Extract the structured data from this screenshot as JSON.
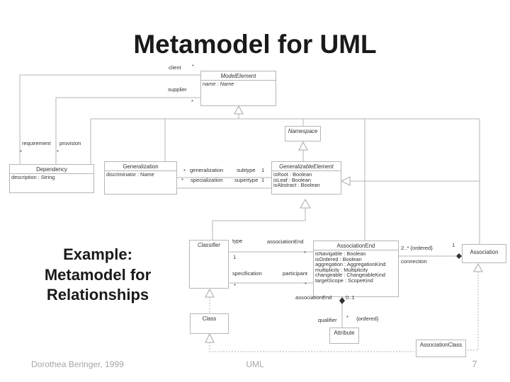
{
  "slide": {
    "title": "Metamodel for UML",
    "example": {
      "lines": [
        "Example:",
        "Metamodel for",
        "Relationships"
      ]
    },
    "footer": {
      "author": "Dorothea Beringer, 1999",
      "course": "UML",
      "page": "7"
    }
  },
  "diagram": {
    "classes": [
      {
        "name": "ModelElement",
        "abstract": true,
        "attrs": [
          "name : Name"
        ]
      },
      {
        "name": "Namespace",
        "abstract": true,
        "attrs": []
      },
      {
        "name": "Dependency",
        "abstract": false,
        "attrs": [
          "description : String"
        ]
      },
      {
        "name": "Generalization",
        "abstract": false,
        "attrs": [
          "discriminator : Name"
        ]
      },
      {
        "name": "GeneralizableElement",
        "abstract": true,
        "attrs": [
          "isRoot : Boolean",
          "isLeaf : Boolean",
          "isAbstract : Boolean"
        ]
      },
      {
        "name": "Classifier",
        "abstract": true,
        "attrs": []
      },
      {
        "name": "AssociationEnd",
        "abstract": false,
        "attrs": [
          "isNavigable : Boolean",
          "isOrdered : Boolean",
          "aggregation : AggregationKind",
          "multiplicity : Multiplicity",
          "changeable : ChangeableKind",
          "targetScope : ScopeKind"
        ]
      },
      {
        "name": "Association",
        "abstract": false,
        "attrs": []
      },
      {
        "name": "Class",
        "abstract": false,
        "attrs": []
      },
      {
        "name": "Attribute",
        "abstract": false,
        "attrs": []
      },
      {
        "name": "AssociationClass",
        "abstract": false,
        "attrs": []
      }
    ],
    "labels": [
      "client",
      "*",
      "supplier",
      "*",
      "requirement",
      "*",
      "provision",
      "*",
      "*",
      "generalization",
      "subtype",
      "1",
      "*",
      "specialization",
      "supertype",
      "1",
      "type",
      "associationEnd",
      "1",
      "*",
      "specification",
      "participant",
      "*",
      "*",
      "2..* {ordered}",
      "connection",
      "1",
      "associationEnd",
      "0..1",
      "qualifier",
      "*",
      "{ordered}"
    ],
    "colors": {
      "line": "#b6b6b6",
      "text": "#333333",
      "heading_text": "#1a1a1a",
      "footer_text": "#a6a6a6"
    }
  }
}
